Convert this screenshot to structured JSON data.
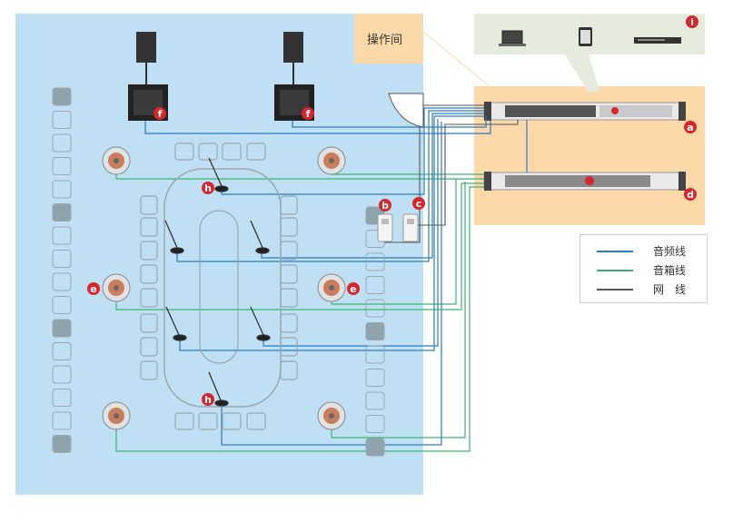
{
  "control_room": {
    "label": "操作间"
  },
  "badges": {
    "a": "a",
    "b": "b",
    "c": "c",
    "d": "d",
    "e": "e",
    "f": "f",
    "h": "h",
    "i": "i"
  },
  "legend": {
    "items": [
      {
        "label": "音频线",
        "color": "#2b7bc0"
      },
      {
        "label": "音箱线",
        "color": "#3cb371"
      },
      {
        "label": "网　线",
        "color": "#555555"
      }
    ]
  },
  "colors": {
    "room_bg": "#bfe0f4",
    "control_bg": "#fdd8a8",
    "device_bar_bg": "#e6ecdd",
    "badge": "#d9262c",
    "audio_line": "#2b7bc0",
    "speaker_line": "#3cb371",
    "network_line": "#555555"
  }
}
